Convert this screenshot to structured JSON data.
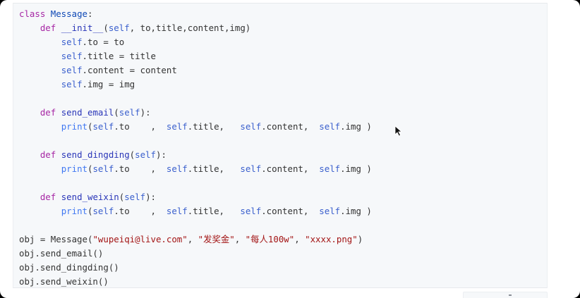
{
  "code_block": {
    "language": "python",
    "lines": [
      [
        {
          "t": "class ",
          "c": "kw"
        },
        {
          "t": "Message",
          "c": "cls"
        },
        {
          "t": ":",
          "c": ""
        }
      ],
      [
        {
          "t": "    ",
          "c": ""
        },
        {
          "t": "def ",
          "c": "kw"
        },
        {
          "t": "__init__",
          "c": "fn"
        },
        {
          "t": "(",
          "c": ""
        },
        {
          "t": "self",
          "c": "slf"
        },
        {
          "t": ", to,title,content,img)",
          "c": ""
        }
      ],
      [
        {
          "t": "        ",
          "c": ""
        },
        {
          "t": "self",
          "c": "slf"
        },
        {
          "t": ".to = to",
          "c": ""
        }
      ],
      [
        {
          "t": "        ",
          "c": ""
        },
        {
          "t": "self",
          "c": "slf"
        },
        {
          "t": ".title = title",
          "c": ""
        }
      ],
      [
        {
          "t": "        ",
          "c": ""
        },
        {
          "t": "self",
          "c": "slf"
        },
        {
          "t": ".content = content",
          "c": ""
        }
      ],
      [
        {
          "t": "        ",
          "c": ""
        },
        {
          "t": "self",
          "c": "slf"
        },
        {
          "t": ".img = img",
          "c": ""
        }
      ],
      [
        {
          "t": "",
          "c": ""
        }
      ],
      [
        {
          "t": "    ",
          "c": ""
        },
        {
          "t": "def ",
          "c": "kw"
        },
        {
          "t": "send_email",
          "c": "fn"
        },
        {
          "t": "(",
          "c": ""
        },
        {
          "t": "self",
          "c": "slf"
        },
        {
          "t": "):",
          "c": ""
        }
      ],
      [
        {
          "t": "        ",
          "c": ""
        },
        {
          "t": "print",
          "c": "bi"
        },
        {
          "t": "(",
          "c": ""
        },
        {
          "t": "self",
          "c": "slf"
        },
        {
          "t": ".to    ,  ",
          "c": ""
        },
        {
          "t": "self",
          "c": "slf"
        },
        {
          "t": ".title,   ",
          "c": ""
        },
        {
          "t": "self",
          "c": "slf"
        },
        {
          "t": ".content,  ",
          "c": ""
        },
        {
          "t": "self",
          "c": "slf"
        },
        {
          "t": ".img )",
          "c": ""
        }
      ],
      [
        {
          "t": "",
          "c": ""
        }
      ],
      [
        {
          "t": "    ",
          "c": ""
        },
        {
          "t": "def ",
          "c": "kw"
        },
        {
          "t": "send_dingding",
          "c": "fn"
        },
        {
          "t": "(",
          "c": ""
        },
        {
          "t": "self",
          "c": "slf"
        },
        {
          "t": "):",
          "c": ""
        }
      ],
      [
        {
          "t": "        ",
          "c": ""
        },
        {
          "t": "print",
          "c": "bi"
        },
        {
          "t": "(",
          "c": ""
        },
        {
          "t": "self",
          "c": "slf"
        },
        {
          "t": ".to    ,  ",
          "c": ""
        },
        {
          "t": "self",
          "c": "slf"
        },
        {
          "t": ".title,   ",
          "c": ""
        },
        {
          "t": "self",
          "c": "slf"
        },
        {
          "t": ".content,  ",
          "c": ""
        },
        {
          "t": "self",
          "c": "slf"
        },
        {
          "t": ".img )",
          "c": ""
        }
      ],
      [
        {
          "t": "",
          "c": ""
        }
      ],
      [
        {
          "t": "    ",
          "c": ""
        },
        {
          "t": "def ",
          "c": "kw"
        },
        {
          "t": "send_weixin",
          "c": "fn"
        },
        {
          "t": "(",
          "c": ""
        },
        {
          "t": "self",
          "c": "slf"
        },
        {
          "t": "):",
          "c": ""
        }
      ],
      [
        {
          "t": "        ",
          "c": ""
        },
        {
          "t": "print",
          "c": "bi"
        },
        {
          "t": "(",
          "c": ""
        },
        {
          "t": "self",
          "c": "slf"
        },
        {
          "t": ".to    ,  ",
          "c": ""
        },
        {
          "t": "self",
          "c": "slf"
        },
        {
          "t": ".title,   ",
          "c": ""
        },
        {
          "t": "self",
          "c": "slf"
        },
        {
          "t": ".content,  ",
          "c": ""
        },
        {
          "t": "self",
          "c": "slf"
        },
        {
          "t": ".img )",
          "c": ""
        }
      ],
      [
        {
          "t": "",
          "c": ""
        }
      ],
      [
        {
          "t": "obj = Message(",
          "c": ""
        },
        {
          "t": "\"wupeiqi@live.com\"",
          "c": "str"
        },
        {
          "t": ", ",
          "c": ""
        },
        {
          "t": "\"发奖金\"",
          "c": "str"
        },
        {
          "t": ", ",
          "c": ""
        },
        {
          "t": "\"每人100w\"",
          "c": "str"
        },
        {
          "t": ", ",
          "c": ""
        },
        {
          "t": "\"xxxx.png\"",
          "c": "str"
        },
        {
          "t": ")",
          "c": ""
        }
      ],
      [
        {
          "t": "obj.send_email()",
          "c": ""
        }
      ],
      [
        {
          "t": "obj.send_dingding()",
          "c": ""
        }
      ],
      [
        {
          "t": "obj.send_weixin()",
          "c": ""
        }
      ]
    ]
  },
  "colors": {
    "page_background": "#ffffff",
    "code_background": "#f6f8fa",
    "keyword": "#a626a4",
    "class_name": "#0e48b5",
    "function_name": "#2a36b8",
    "self": "#3a5fcd",
    "builtin": "#4078f2",
    "string": "#a31515",
    "text": "#333333"
  },
  "icons": {
    "cursor": "mouse-pointer-icon"
  }
}
